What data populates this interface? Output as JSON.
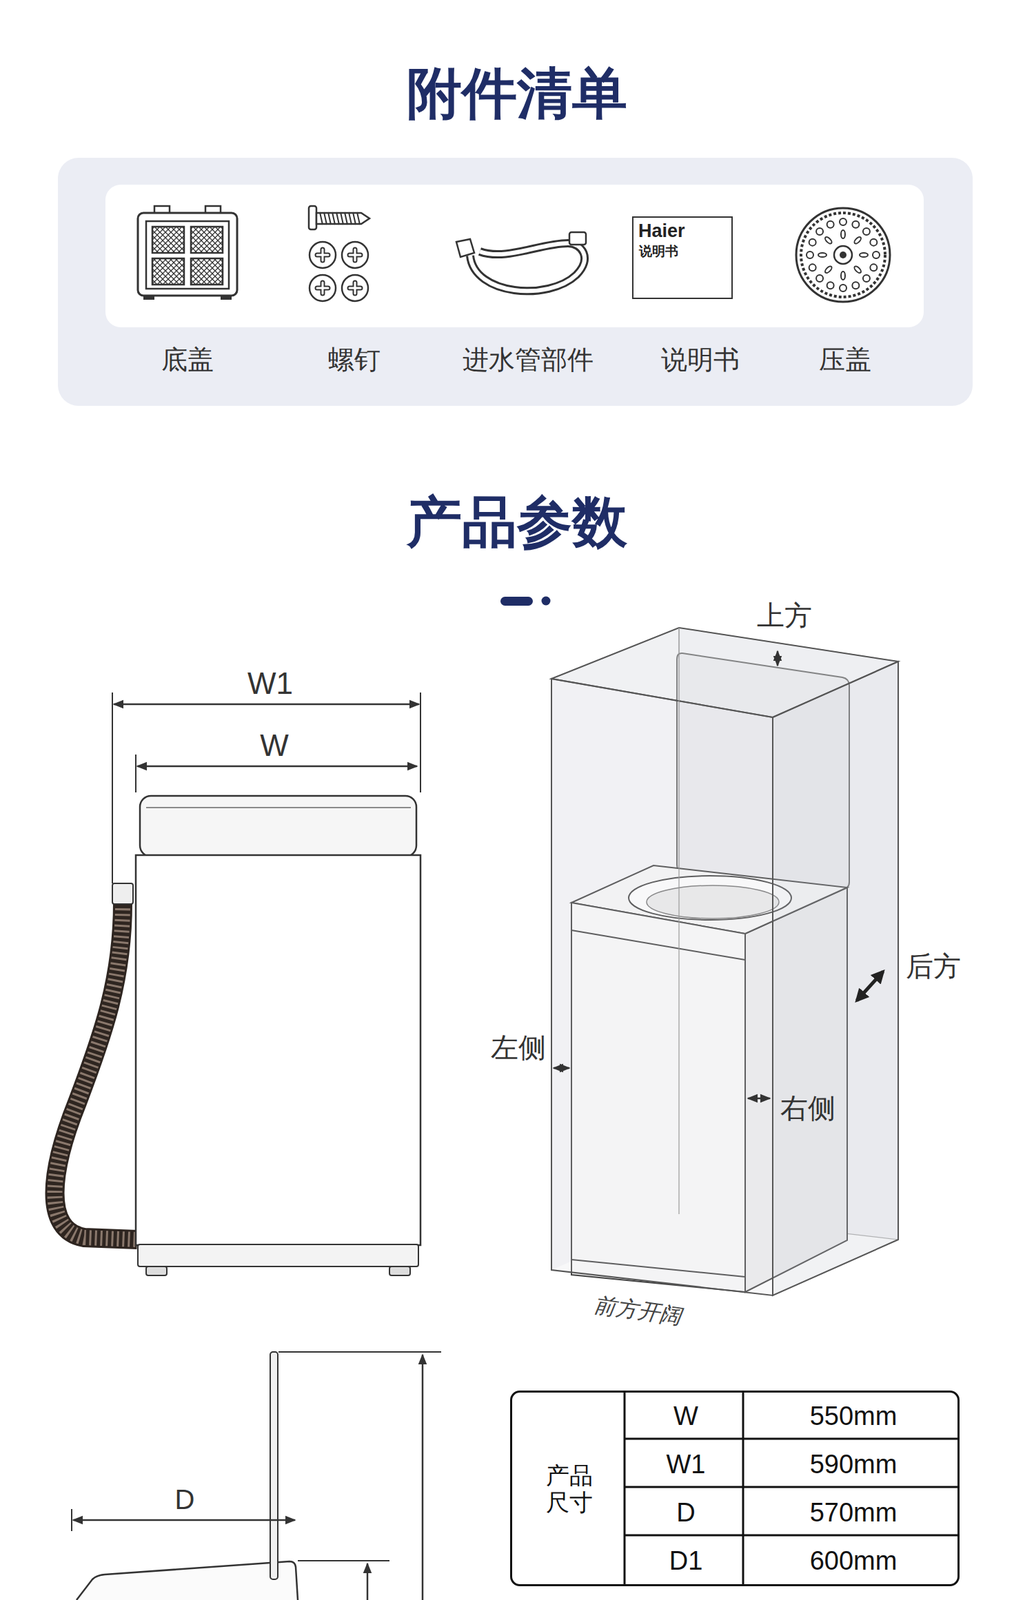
{
  "diagram": {
    "title": "附件清单",
    "nodes": [
      {
        "text": [
          "底盖",
          "螺钉",
          "进水管部件",
          "说明书",
          "压盖"
        ]
      },
      {
        "text": [
          "Haier",
          "说明书"
        ],
        "in": 0
      },
      {
        "text": [
          "产品尺寸",
          "W",
          "550mm",
          "W1",
          "590mm",
          "D",
          "570mm",
          "D1",
          "600mm"
        ]
      }
    ],
    "labels": [
      "产品参数",
      "W1",
      "W",
      "上方",
      "后方",
      "左侧",
      "右侧",
      "前方开阔",
      "D"
    ]
  }
}
